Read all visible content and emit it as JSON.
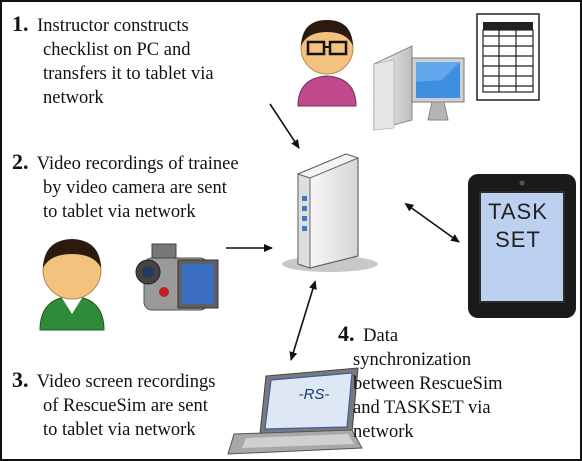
{
  "steps": [
    {
      "number": "1.",
      "lines": [
        "Instructor constructs",
        "checklist on PC and",
        "transfers it to tablet via",
        "network"
      ]
    },
    {
      "number": "2.",
      "lines": [
        "Video recordings of trainee",
        "by video camera are sent",
        "to tablet via network"
      ]
    },
    {
      "number": "3.",
      "lines": [
        "Video screen recordings",
        "of RescueSim are sent",
        "to tablet via network"
      ]
    },
    {
      "number": "4.",
      "lines": [
        "Data",
        "synchronization",
        "between RescueSim",
        "and TASKSET via",
        "network"
      ]
    }
  ],
  "tablet": {
    "line1": "TASK",
    "line2": "SET"
  },
  "laptop_screen_text": "-RS-",
  "icons": [
    "instructor-person-icon",
    "desktop-pc-icon",
    "checklist-icon",
    "server-icon",
    "tablet-icon",
    "trainee-person-icon",
    "video-camera-icon",
    "laptop-icon"
  ],
  "colors": {
    "tablet_screen": "#bcd0f0",
    "tablet_body": "#1a1a1a",
    "instructor_shirt": "#c04a8c",
    "trainee_shirt": "#2e8b3a",
    "skin": "#f2c27e",
    "hair": "#2a1a10"
  }
}
